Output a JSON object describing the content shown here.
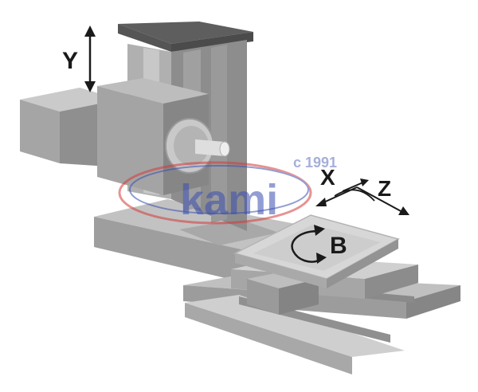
{
  "axes": {
    "y": "Y",
    "x": "X",
    "z": "Z",
    "b": "B"
  },
  "watermark": {
    "brand": "kami",
    "year": "c 1991",
    "brand_color": "#3a4fb0",
    "swoosh_color": "#d43a3a"
  },
  "colors": {
    "steel_light": "#b9b9b9",
    "steel_mid": "#9b9b9b",
    "steel_dark": "#6f6f6f",
    "steel_top": "#5e5e5e",
    "ink": "#1a1a1a"
  },
  "icons": {
    "y_axis": "double-arrow-vertical-icon",
    "b_axis": "rotation-arrow-icon",
    "xz_axes": "axis-triad-icon"
  }
}
